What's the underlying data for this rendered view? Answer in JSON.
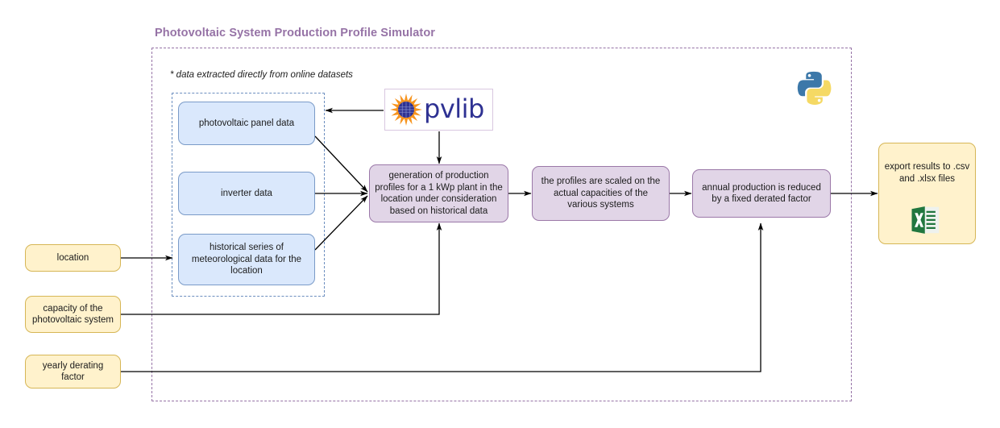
{
  "diagram": {
    "title": "Photovoltaic System Production Profile Simulator",
    "footnote": "* data extracted directly from online datasets",
    "colors": {
      "title": "#9673a6",
      "outer_frame_dashed": "#9673a6",
      "inner_frame_dashed": "#6c8ebf",
      "data_source_fill": "#dae8fc",
      "data_source_stroke": "#6c8ebf",
      "process_fill": "#e1d5e7",
      "process_stroke": "#9673a6",
      "input_fill": "#fff2cc",
      "input_stroke": "#d6b656",
      "connector": "#000000",
      "pvlib_blue": "#2e3192",
      "pvlib_orange": "#f7941e",
      "python_blue": "#3c78a9",
      "python_yellow": "#f5d964",
      "excel_green": "#21773f"
    }
  },
  "data_sources": {
    "group_label": "* data extracted directly from online datasets",
    "items": [
      {
        "id": "pv-panel-data",
        "label": "photovoltaic panel data"
      },
      {
        "id": "inverter-data",
        "label": "inverter data"
      },
      {
        "id": "meteo-data",
        "label": "historical series of meteorological data for the location"
      }
    ]
  },
  "library": {
    "name": "pvlib",
    "wordmark": "pvlib",
    "sun_icon": "pvlib-sun-icon"
  },
  "runtime": {
    "name": "python-logo",
    "label": "Python"
  },
  "processes": [
    {
      "id": "generation",
      "label": "generation of production profiles for a 1 kWp plant in the location under consideration based on historical data"
    },
    {
      "id": "scaling",
      "label": "the profiles are scaled on the actual capacities of the various systems"
    },
    {
      "id": "derating",
      "label": "annual production is reduced by a fixed derated factor"
    }
  ],
  "inputs": [
    {
      "id": "location",
      "label": "location"
    },
    {
      "id": "capacity",
      "label": "capacity of the photovoltaic system"
    },
    {
      "id": "derating-factor",
      "label": "yearly derating factor"
    }
  ],
  "output": {
    "id": "export",
    "label": "export results to .csv and .xlsx files",
    "icon": "excel-file-icon"
  }
}
